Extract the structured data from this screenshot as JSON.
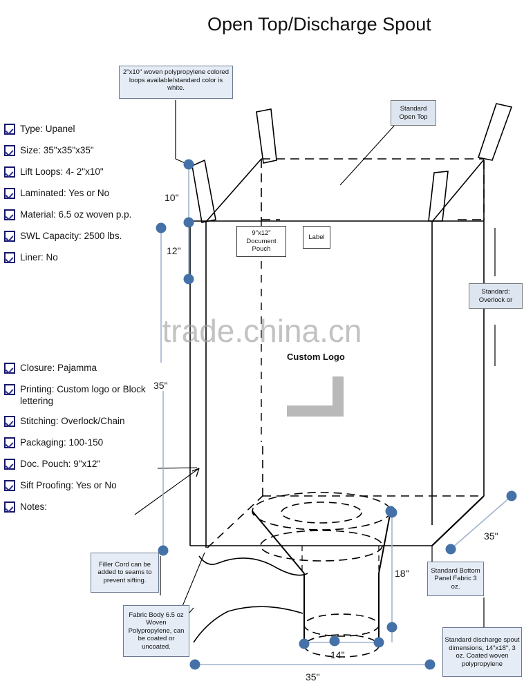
{
  "title": "Open Top/Discharge Spout",
  "watermark": {
    "text": "trade.china.cn"
  },
  "logo": {
    "label": "Custom Logo"
  },
  "checklist": {
    "left_column_top": [
      {
        "label": "Type: Upanel",
        "checked": true
      },
      {
        "label": "Size: 35\"x35\"x35\"",
        "checked": true
      },
      {
        "label": "Lift Loops: 4- 2\"x10\"",
        "checked": true
      },
      {
        "label": "Laminated: Yes or No",
        "checked": true
      },
      {
        "label": "Material: 6.5 oz woven p.p.",
        "checked": true
      },
      {
        "label": "SWL Capacity: 2500 lbs.",
        "checked": true
      },
      {
        "label": "Liner: No",
        "checked": true
      }
    ],
    "left_column_bottom": [
      {
        "label": "Closure: Pajamma",
        "checked": true
      },
      {
        "label": "Printing: Custom logo or Block lettering",
        "checked": true
      },
      {
        "label": "Stitching: Overlock/Chain",
        "checked": true
      },
      {
        "label": "Packaging: 100-150",
        "checked": true
      },
      {
        "label": "Doc. Pouch: 9\"x12\"",
        "checked": true
      },
      {
        "label": "Sift Proofing: Yes or No",
        "checked": true
      },
      {
        "label": "Notes:",
        "checked": true
      }
    ]
  },
  "callouts": {
    "lift_loops": "2\"x10\" woven polypropylene colored loops available/standard color is white.",
    "open_top": "Standard Open Top",
    "document_pouch": "9\"x12\" Document Pouch",
    "label_tag": "Label",
    "stitching": "Standard: Overlock or",
    "filler_cord": "Filler Cord  can be added to seams to prevent sifting.",
    "fabric_body": "Fabric Body 6.5 oz Woven Polypropylene, can be coated or uncoated.",
    "bottom_panel": "Standard Bottom Panel Fabric 3 oz.",
    "discharge_spout": "Standard discharge spout dimensions, 14\"x18\", 3 oz. Coated woven polypropylene"
  },
  "dimensions": {
    "loop_height": "10\"",
    "loop_drop": "12\"",
    "body_height": "35\"",
    "spout_length": "18\"",
    "spout_diameter": "14\"",
    "bag_width": "35\"",
    "bag_depth": "35\""
  },
  "colors": {
    "callout_fill": "#e5ecf6",
    "callout_border": "#6b7a90",
    "handle": "#4472a8",
    "checkbox": "#15166b",
    "line": "#000000",
    "watermark": "#9d9d9d"
  }
}
